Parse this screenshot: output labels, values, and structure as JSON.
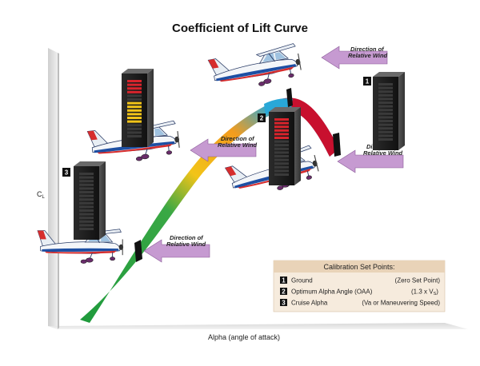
{
  "title": "Coefficient of Lift Curve",
  "axes": {
    "y_label": "C",
    "y_label_sub": "L",
    "x_label": "Alpha (angle of attack)"
  },
  "wind_labels": [
    {
      "line1": "Direction of",
      "line2": "Relative Wind"
    },
    {
      "line1": "Direction of",
      "line2": "Relative Wind"
    },
    {
      "line1": "Direction of",
      "line2": "Relative Wind"
    },
    {
      "line1": "Direction of",
      "line2": "Relative Wind"
    }
  ],
  "badges": [
    "1",
    "2",
    "3"
  ],
  "legend": {
    "title": "Calibration Set Points:",
    "rows": [
      {
        "num": "1",
        "name": "Ground",
        "note": "(Zero Set Point)"
      },
      {
        "num": "2",
        "name": "Optimum Alpha Angle (OAA)",
        "note": "(1.3 x V",
        "note_sub": "S",
        "note_end": ")"
      },
      {
        "num": "3",
        "name": "Cruise Alpha",
        "note": "(Va or Maneuvering Speed)"
      }
    ]
  },
  "colors": {
    "green": "#1e9a3c",
    "yellow": "#f2c418",
    "orange": "#f39c1e",
    "blue": "#29a8d8",
    "red": "#c8102e",
    "arrow": "#c69ad1",
    "legend_header": "#e9d3b8",
    "legend_body": "#f6ebdd"
  }
}
